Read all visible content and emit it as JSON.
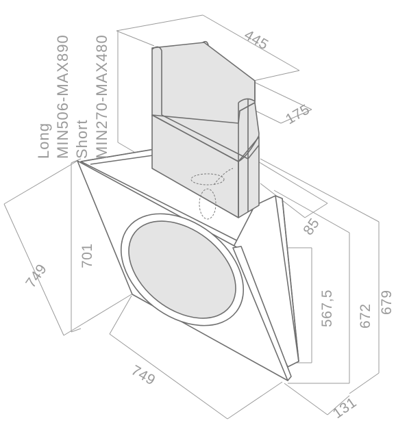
{
  "labels": {
    "long": "Long",
    "long_range": "MIN506-MAX890",
    "short": "Short",
    "short_range": "MIN270-MAX480"
  },
  "dimensions": {
    "chimney_width": "445",
    "chimney_depth": "175",
    "chimney_offset": "85",
    "panel_height": "701",
    "panel_side": "749",
    "panel_bottom": "749",
    "height_567": "567,5",
    "height_672": "672",
    "height_679": "679",
    "depth_131": "131"
  }
}
